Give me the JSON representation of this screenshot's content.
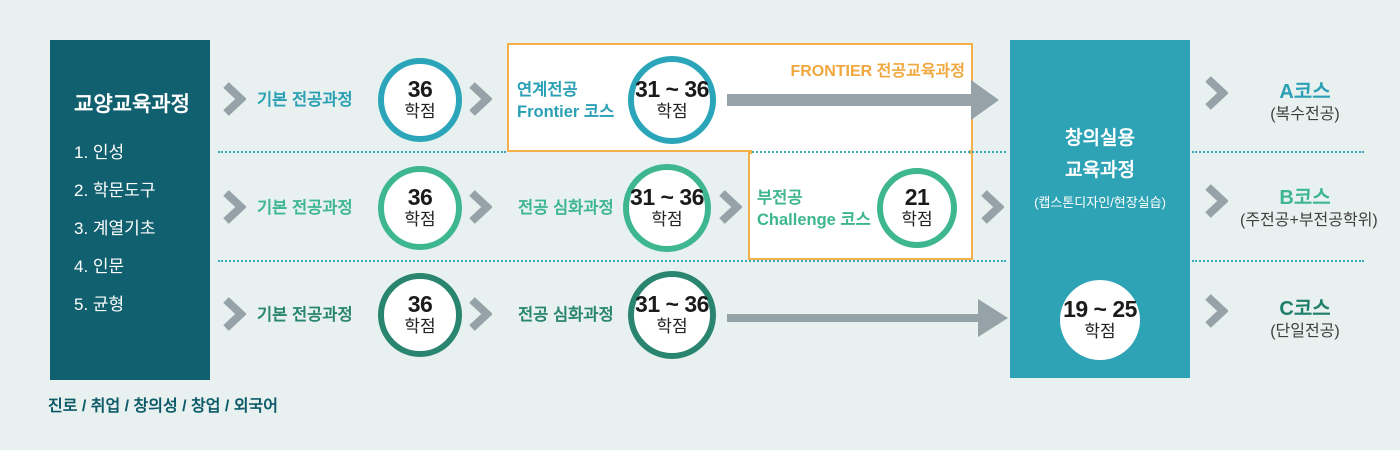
{
  "palette": {
    "background": "#E8F1EF",
    "left_panel_bg": "#11606F",
    "right_panel_bg": "#2FA3B6",
    "row1_teal": "#2BA5B9",
    "row2_green": "#3EB690",
    "row3_dark_green": "#2A8570",
    "frontier_orange": "#F5B04B",
    "arrow_gray": "#95A3A9",
    "dotted_line": "#3AA9BC",
    "footer_text": "#0C5A69"
  },
  "left_panel": {
    "title": "교양교육과정",
    "items": [
      "1. 인성",
      "2. 학문도구",
      "3. 계열기초",
      "4. 인문",
      "5. 균형"
    ]
  },
  "footer_note": "진로 / 취업 / 창의성 / 창업 / 외국어",
  "frontier_label": "FRONTIER 전공교육과정",
  "rows": [
    {
      "step1_label": "기본 전공과정",
      "step1_credit": "36",
      "step2_line1": "연계전공",
      "step2_line2": "Frontier 코스",
      "step2_credit": "31 ~ 36",
      "unit": "학점"
    },
    {
      "step1_label": "기본 전공과정",
      "step1_credit": "36",
      "step2_label": "전공 심화과정",
      "step2_credit": "31 ~ 36",
      "step3_line1": "부전공",
      "step3_line2": "Challenge 코스",
      "step3_credit": "21",
      "unit": "학점"
    },
    {
      "step1_label": "기본 전공과정",
      "step1_credit": "36",
      "step2_label": "전공 심화과정",
      "step2_credit": "31 ~ 36",
      "unit": "학점"
    }
  ],
  "right_panel": {
    "title_line1": "창의실용",
    "title_line2": "교육과정",
    "subtitle": "(캡스톤디자인/현장실습)",
    "credit": "19 ~ 25",
    "unit": "학점"
  },
  "courses": [
    {
      "label": "A코스",
      "sub": "(복수전공)"
    },
    {
      "label": "B코스",
      "sub": "(주전공+부전공학위)"
    },
    {
      "label": "C코스",
      "sub": "(단일전공)"
    }
  ]
}
